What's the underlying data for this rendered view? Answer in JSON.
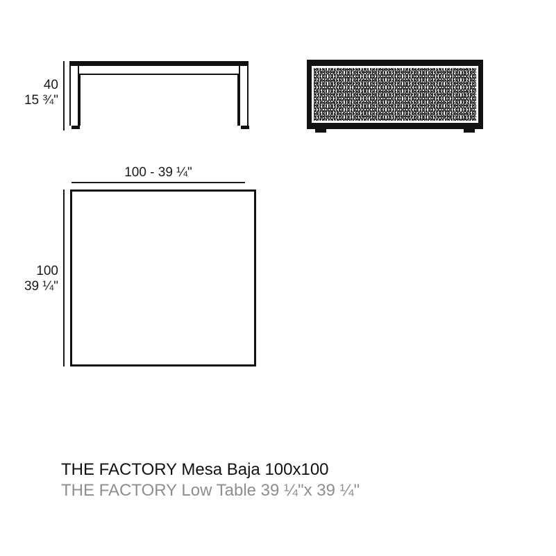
{
  "drawing": {
    "title_primary": "THE FACTORY Mesa Baja 100x100",
    "title_secondary_brand": "THE FACTORY Low Table ",
    "title_secondary_size": "39 ¼\"x 39 ¼\"",
    "title_secondary_full": "THE FACTORY Low Table 39 ¼\"x 39 ¼\""
  },
  "views": {
    "side_elevation": {
      "name": "side elevation",
      "height_metric": "40",
      "height_imperial": "15 ¾\""
    },
    "front_elevation": {
      "name": "front elevation with mesh panel",
      "panel_texture": "woven-mesh-pattern"
    },
    "plan_view": {
      "name": "top plan view",
      "width_label": "100 - 39 ¼\"",
      "depth_metric": "100",
      "depth_imperial": "39 ¼\""
    }
  },
  "dimensions": {
    "height_metric_label": "40",
    "height_imperial_label": "15 ¾\"",
    "width_combined_label": "100 - 39 ¼\"",
    "depth_metric_label": "100",
    "depth_imperial_label": "39 ¼\""
  },
  "colors": {
    "line": "#111111",
    "caption_primary": "#111111",
    "caption_secondary": "#8e8e8e",
    "background": "#ffffff"
  }
}
